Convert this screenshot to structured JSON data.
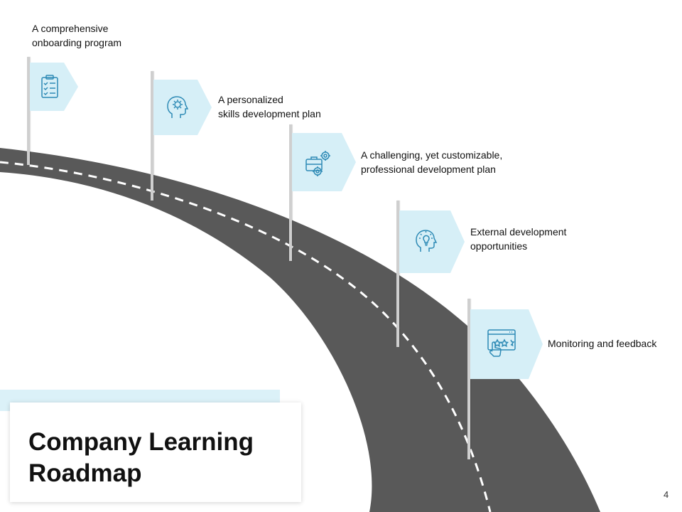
{
  "title": {
    "line1": "Company Learning",
    "line2": "Roadmap"
  },
  "page_number": "4",
  "colors": {
    "road": "#595959",
    "road_dash": "#ffffff",
    "flag": "#d6eff7",
    "icon": "#2d8ab5",
    "pole": "#cfcfcf"
  },
  "milestones": [
    {
      "icon": "clipboard-checklist-icon",
      "lines": [
        "A comprehensive",
        "onboarding program"
      ]
    },
    {
      "icon": "head-gear-icon",
      "lines": [
        "A personalized",
        "skills development plan"
      ]
    },
    {
      "icon": "briefcase-gears-icon",
      "lines": [
        "A challenging,  yet customizable,",
        "professional development plan"
      ]
    },
    {
      "icon": "head-lightbulb-icon",
      "lines": [
        "External  development",
        "opportunities"
      ]
    },
    {
      "icon": "rating-click-icon",
      "lines": [
        "Monitoring and feedback"
      ]
    }
  ]
}
